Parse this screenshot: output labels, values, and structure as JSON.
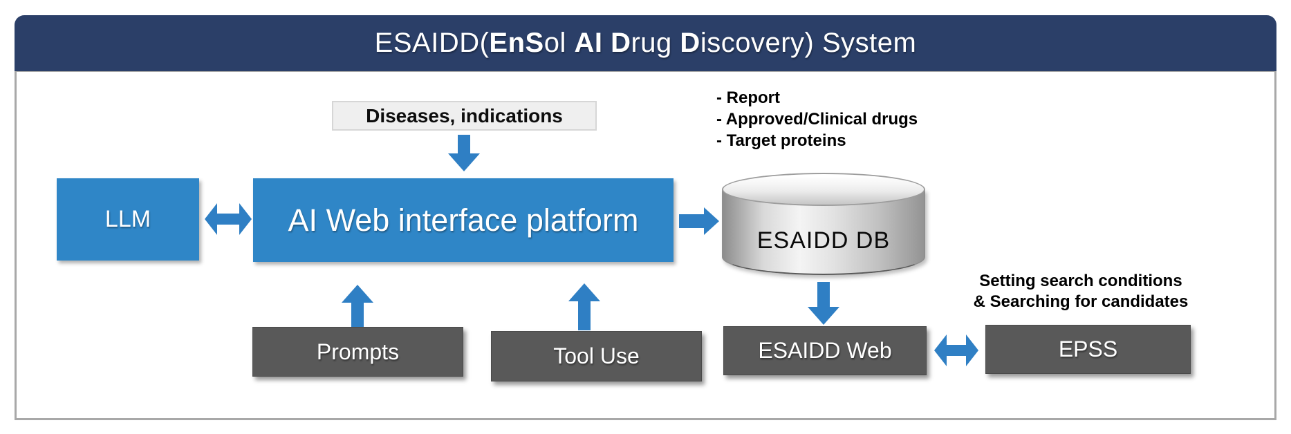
{
  "title": {
    "full": "ESAIDD(EnSol AI Drug Discovery) System",
    "segments": [
      {
        "t": "ESAIDD(",
        "bold": false
      },
      {
        "t": "EnS",
        "bold": true
      },
      {
        "t": "ol ",
        "bold": false
      },
      {
        "t": "AI",
        "bold": true
      },
      {
        "t": " ",
        "bold": false
      },
      {
        "t": "D",
        "bold": true
      },
      {
        "t": "rug ",
        "bold": false
      },
      {
        "t": "D",
        "bold": true
      },
      {
        "t": "iscovery) ",
        "bold": false
      },
      {
        "t": "System",
        "bold": false
      }
    ]
  },
  "diagram": {
    "nodes": {
      "diseases": {
        "label": "Diseases, indications"
      },
      "llm": {
        "label": "LLM"
      },
      "platform": {
        "label": "AI Web interface platform"
      },
      "db": {
        "label": "ESAIDD DB"
      },
      "prompts": {
        "label": "Prompts"
      },
      "tool_use": {
        "label": "Tool Use"
      },
      "esaidd_web": {
        "label": "ESAIDD Web"
      },
      "epss": {
        "label": "EPSS"
      }
    },
    "db_outputs": [
      "- Report",
      "- Approved/Clinical drugs",
      "- Target proteins"
    ],
    "epss_note": {
      "line1": "Setting search conditions",
      "line2": "& Searching for candidates"
    }
  },
  "colors": {
    "title_bar": "#2B3F68",
    "blue_box": "#2F86C7",
    "arrow": "#2F7FC4",
    "gray_box": "#595959",
    "light_box": "#EFEFEF",
    "frame_border": "#A8A8A8"
  }
}
